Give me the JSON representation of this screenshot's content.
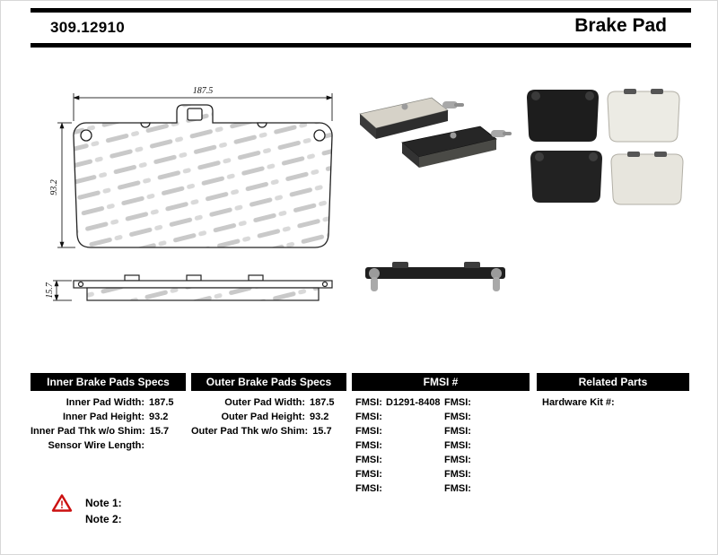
{
  "header": {
    "part_number": "309.12910",
    "product_name": "Brake Pad"
  },
  "drawing": {
    "dim_width": "187.5",
    "dim_height": "93.2",
    "dim_thickness": "15.7"
  },
  "tables": {
    "inner": {
      "title": "Inner Brake Pads Specs",
      "rows": [
        {
          "label": "Inner Pad Width:",
          "value": "187.5"
        },
        {
          "label": "Inner Pad Height:",
          "value": "93.2"
        },
        {
          "label": "Inner Pad Thk w/o Shim:",
          "value": "15.7"
        },
        {
          "label": "Sensor Wire Length:",
          "value": ""
        }
      ]
    },
    "outer": {
      "title": "Outer Brake Pads Specs",
      "rows": [
        {
          "label": "Outer Pad Width:",
          "value": "187.5"
        },
        {
          "label": "Outer Pad Height:",
          "value": "93.2"
        },
        {
          "label": "Outer Pad Thk w/o Shim:",
          "value": "15.7"
        }
      ]
    },
    "fmsi": {
      "title": "FMSI #",
      "rows": [
        {
          "l": "FMSI:",
          "lv": "D1291-8408",
          "r": "FMSI:",
          "rv": ""
        },
        {
          "l": "FMSI:",
          "lv": "",
          "r": "FMSI:",
          "rv": ""
        },
        {
          "l": "FMSI:",
          "lv": "",
          "r": "FMSI:",
          "rv": ""
        },
        {
          "l": "FMSI:",
          "lv": "",
          "r": "FMSI:",
          "rv": ""
        },
        {
          "l": "FMSI:",
          "lv": "",
          "r": "FMSI:",
          "rv": ""
        },
        {
          "l": "FMSI:",
          "lv": "",
          "r": "FMSI:",
          "rv": ""
        },
        {
          "l": "FMSI:",
          "lv": "",
          "r": "FMSI:",
          "rv": ""
        }
      ]
    },
    "related": {
      "title": "Related Parts",
      "rows": [
        {
          "label": "Hardware Kit #:",
          "value": ""
        }
      ]
    }
  },
  "notes": [
    {
      "label": "Note 1:"
    },
    {
      "label": "Note 2:"
    }
  ]
}
